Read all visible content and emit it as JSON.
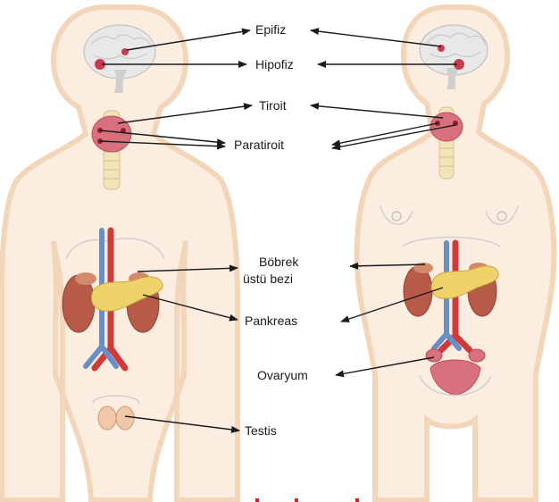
{
  "labels": {
    "epifiz": "Epifiz",
    "hipofiz": "Hipofiz",
    "tiroit": "Tiroit",
    "paratiroit": "Paratiroit",
    "bobrek_line1": "Böbrek",
    "bobrek_line2": "üstü bezi",
    "pankreas": "Pankreas",
    "ovaryum": "Ovaryum",
    "testis": "Testis"
  },
  "colors": {
    "skin_outline": "#f6dcc0",
    "brain": "#e6e6e6",
    "gland_red": "#c83a4e",
    "thyroid": "#d9707e",
    "pancreas": "#efd36a",
    "kidney": "#b85a48",
    "artery": "#d03a3a",
    "vein": "#6a8fc8",
    "testis": "#f2c7a8"
  }
}
